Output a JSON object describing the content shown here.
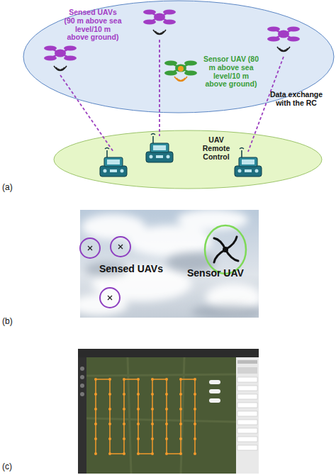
{
  "diagram": {
    "nodes": [
      {
        "text": [
          "Sensed UAVs (90 m above sea level/10 m above ground)",
          "Sensor UAV (80 m above sea level/10 m above ground)"
        ]
      },
      {
        "text": [
          "UAV Remote Control"
        ]
      }
    ],
    "labels": [
      "Data exchange with the RC",
      "(a)",
      "Sensed UAVs",
      "Sensor UAV",
      "(b)",
      "(c)"
    ]
  }
}
